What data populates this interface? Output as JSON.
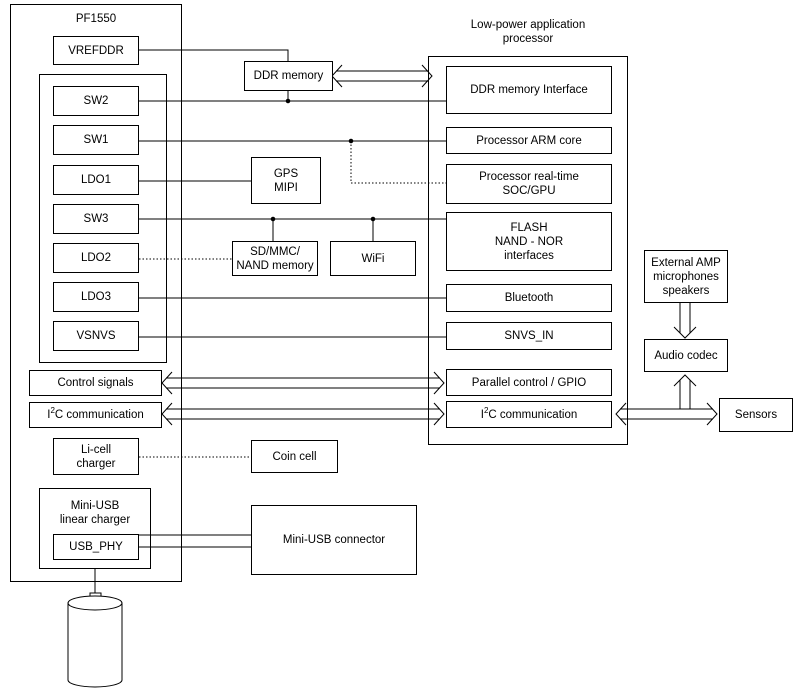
{
  "pmic": {
    "title": "PF1550",
    "vrefddr": "VREFDDR",
    "sw2": "SW2",
    "sw1": "SW1",
    "ldo1": "LDO1",
    "sw3": "SW3",
    "ldo2": "LDO2",
    "ldo3": "LDO3",
    "vsnvs": "VSNVS",
    "control_signals": "Control signals",
    "i2c_prefix": "I",
    "i2c_sup": "2",
    "i2c_suffix": "C communication",
    "li_cell_charger": [
      "Li-cell",
      "charger"
    ],
    "mini_usb_charger": [
      "Mini-USB",
      "linear charger"
    ],
    "usb_phy": "USB_PHY"
  },
  "middle": {
    "ddr_memory": "DDR memory",
    "gps_mipi": [
      "GPS",
      "MIPI"
    ],
    "sd_mmc": [
      "SD/MMC/",
      "NAND memory"
    ],
    "wifi": "WiFi",
    "coin_cell": "Coin cell",
    "mini_usb_connector": "Mini-USB connector"
  },
  "processor": {
    "title": [
      "Low-power application",
      "processor"
    ],
    "ddr_interface": "DDR memory Interface",
    "arm_core": "Processor ARM core",
    "rt_soc": [
      "Processor real-time",
      "SOC/GPU"
    ],
    "flash": [
      "FLASH",
      "NAND - NOR",
      "interfaces"
    ],
    "bluetooth": "Bluetooth",
    "snvs_in": "SNVS_IN",
    "parallel_control": "Parallel control / GPIO",
    "i2c_prefix": "I",
    "i2c_sup": "2",
    "i2c_suffix": "C communication"
  },
  "peripherals": {
    "external_amp": [
      "External AMP",
      "microphones",
      "speakers"
    ],
    "audio_codec": "Audio codec",
    "sensors": "Sensors"
  }
}
